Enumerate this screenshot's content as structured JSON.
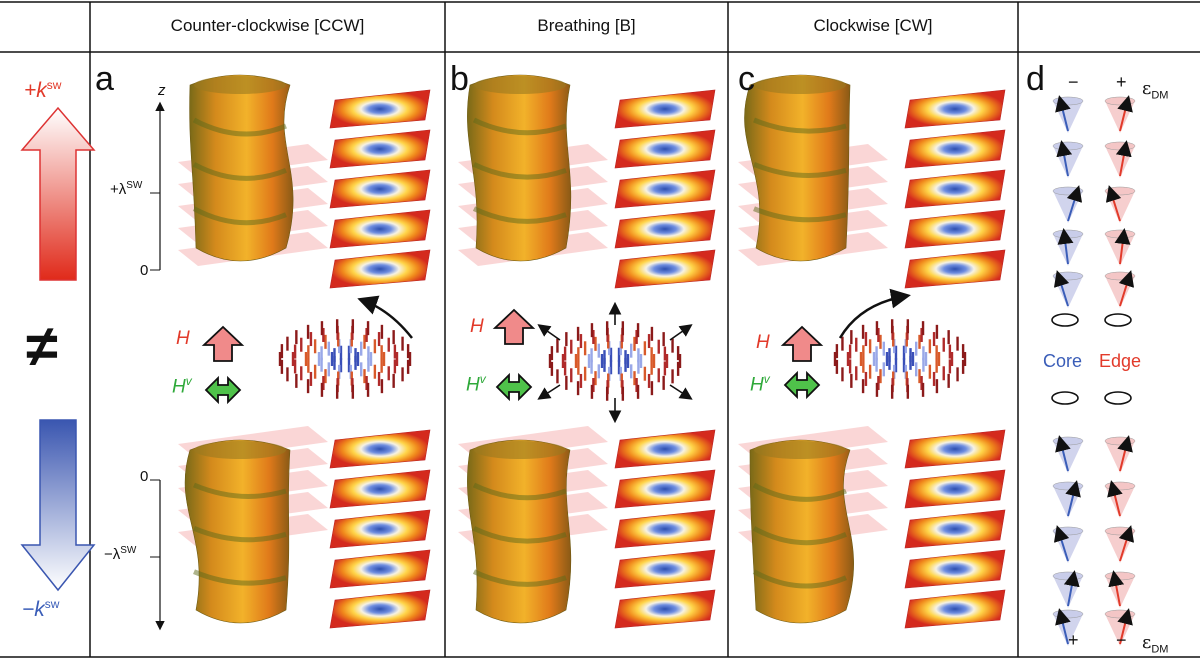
{
  "headers": {
    "ccw": "Counter-clockwise [CCW]",
    "b": "Breathing [B]",
    "cw": "Clockwise [CW]"
  },
  "panel_labels": {
    "a": "a",
    "b": "b",
    "c": "c",
    "d": "d"
  },
  "side": {
    "plus_k": "+k",
    "minus_k": "−k",
    "sup": "sw",
    "not_equal_glyph": "≠"
  },
  "axis": {
    "z": "z",
    "plus_lambda": "+λ",
    "minus_lambda": "−λ",
    "sup": "SW",
    "zero": "0"
  },
  "fields": {
    "H": "H",
    "Hv": "H",
    "Hv_sup": "v"
  },
  "panel_d": {
    "eps": "ε",
    "eps_sub": "DM",
    "top_minus": "−",
    "top_plus": "+",
    "bottom_plus": "+",
    "bottom_minus": "−",
    "core": "Core",
    "edge": "Edge"
  },
  "colors": {
    "red": "#e23a2a",
    "blue": "#3a5db8",
    "green": "#2fa93a",
    "tube": "#e99a1f",
    "plane_pink": "#f5b4b4",
    "cone_blue": "#c9cdea",
    "cone_red": "#f4c6c6"
  }
}
